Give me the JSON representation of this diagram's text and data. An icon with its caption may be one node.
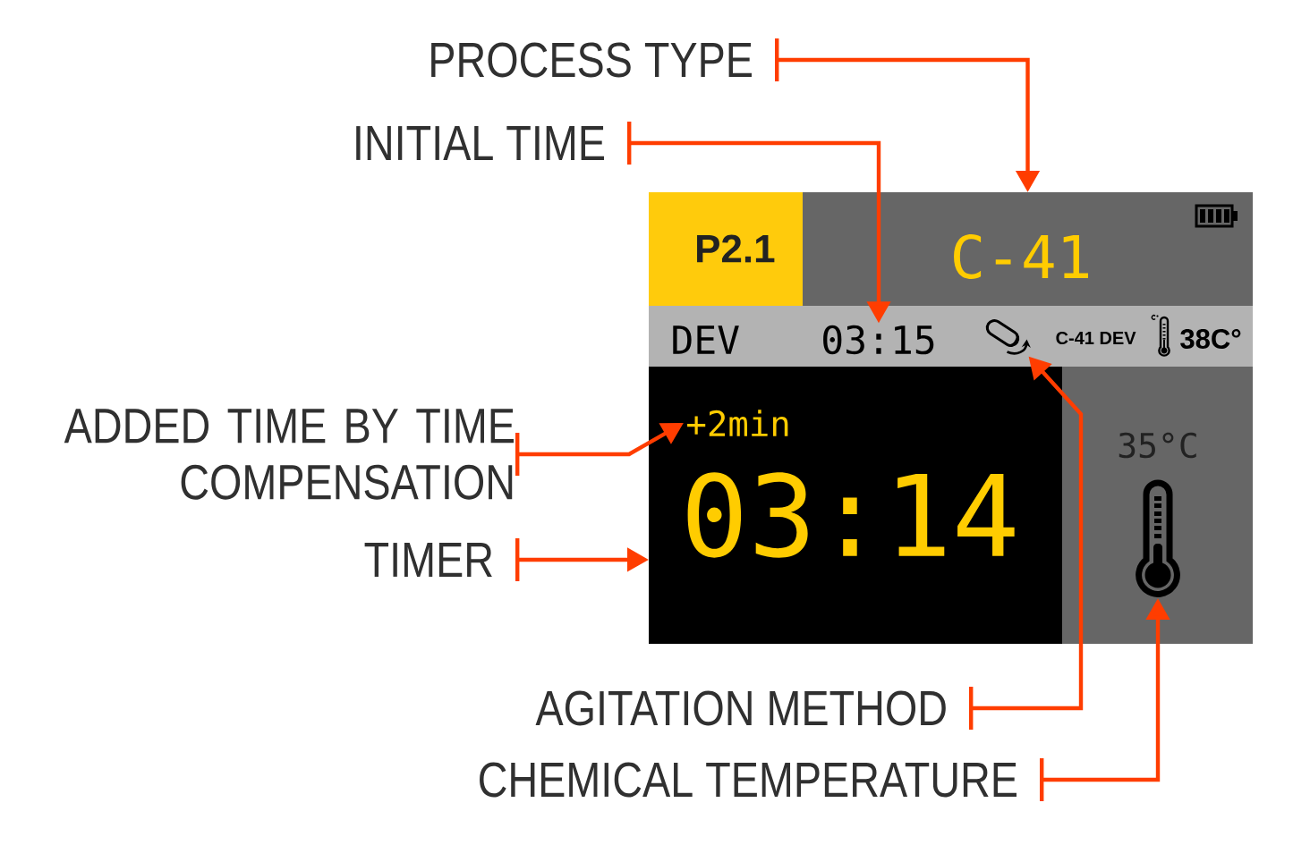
{
  "diagram": {
    "nodes": [
      {
        "text": [
          "PROCESS TYPE"
        ]
      },
      {
        "text": [
          "INITIAL TIME"
        ]
      },
      {
        "text": [
          "P2.1"
        ]
      },
      {
        "text": [
          "C-41"
        ]
      },
      {
        "text": [
          "DEV",
          "C-41 DEV",
          "38C°"
        ]
      },
      {
        "text": [
          "03:15"
        ],
        "in": 4
      },
      {
        "text": [],
        "shape": "picture",
        "in": 4
      },
      {
        "text": [
          "03:14"
        ]
      },
      {
        "text": [
          "+2min"
        ],
        "in": 7
      },
      {
        "text": [
          "35°C"
        ]
      },
      {
        "text": [],
        "shape": "picture",
        "in": 9
      },
      {
        "text": [
          "ADDED TIME BY TIME COMPENSATION"
        ]
      },
      {
        "text": [
          "TIMER"
        ]
      },
      {
        "text": [
          "AGITATION METHOD"
        ]
      },
      {
        "text": [
          "CHEMICAL TEMPERATURE"
        ]
      }
    ],
    "edges": [
      {
        "from": 0,
        "to": 3,
        "arrow": "to"
      },
      {
        "from": 1,
        "to": 5,
        "arrow": "to"
      },
      {
        "from": 11,
        "to": 8,
        "arrow": "to"
      },
      {
        "from": 12,
        "to": 7,
        "arrow": "to"
      },
      {
        "from": 13,
        "to": 6,
        "arrow": "to"
      },
      {
        "from": 14,
        "to": 10,
        "arrow": "to"
      }
    ]
  }
}
